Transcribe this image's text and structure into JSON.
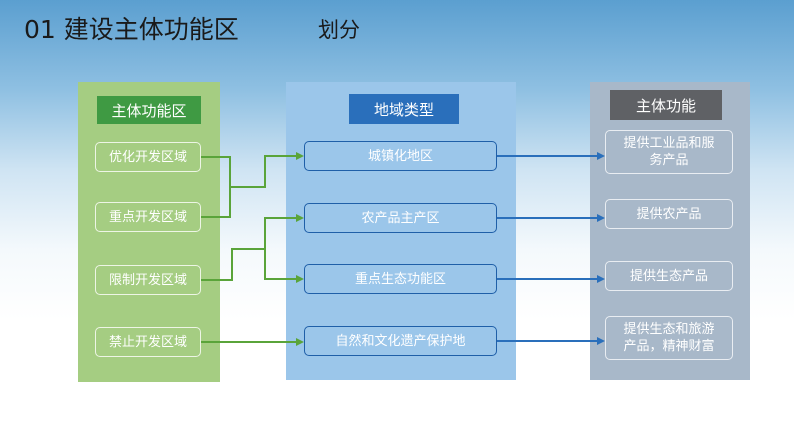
{
  "title": "01 建设主体功能区",
  "subtitle": "划分",
  "columns": {
    "left": {
      "header": "主体功能区",
      "items": [
        "优化开发区域",
        "重点开发区域",
        "限制开发区域",
        "禁止开发区域"
      ]
    },
    "middle": {
      "header": "地域类型",
      "items": [
        "城镇化地区",
        "农产品主产区",
        "重点生态功能区",
        "自然和文化遗产保护地"
      ]
    },
    "right": {
      "header": "主体功能",
      "items": [
        {
          "line1": "提供工业品和服",
          "line2": "务产品"
        },
        {
          "line1": "提供农产品",
          "line2": ""
        },
        {
          "line1": "提供生态产品",
          "line2": ""
        },
        {
          "line1": "提供生态和旅游",
          "line2": "产品，精神财富"
        }
      ]
    }
  },
  "colors": {
    "left_panel": "#a5cd82",
    "left_header": "#3f9a43",
    "mid_panel": "#9bc6ea",
    "mid_header": "#2a6fbb",
    "right_panel": "#a8b8c9",
    "right_header": "#5f6165",
    "green_arrow": "#5aa43a",
    "blue_arrow": "#2a6fbb"
  }
}
